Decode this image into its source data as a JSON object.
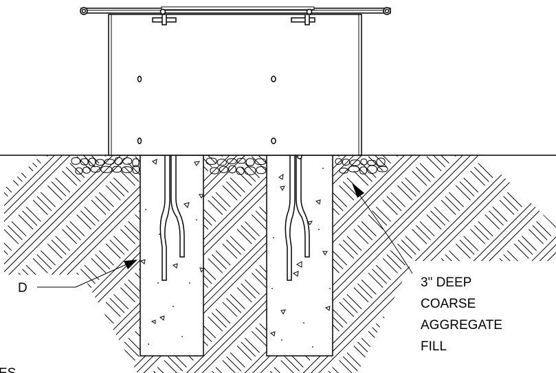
{
  "drawing": {
    "callouts": {
      "aggregate_fill": [
        "3\" DEEP",
        "COARSE",
        "AGGREGATE",
        "FILL"
      ],
      "left_partial": "D",
      "bottom_partial": "ES"
    }
  }
}
